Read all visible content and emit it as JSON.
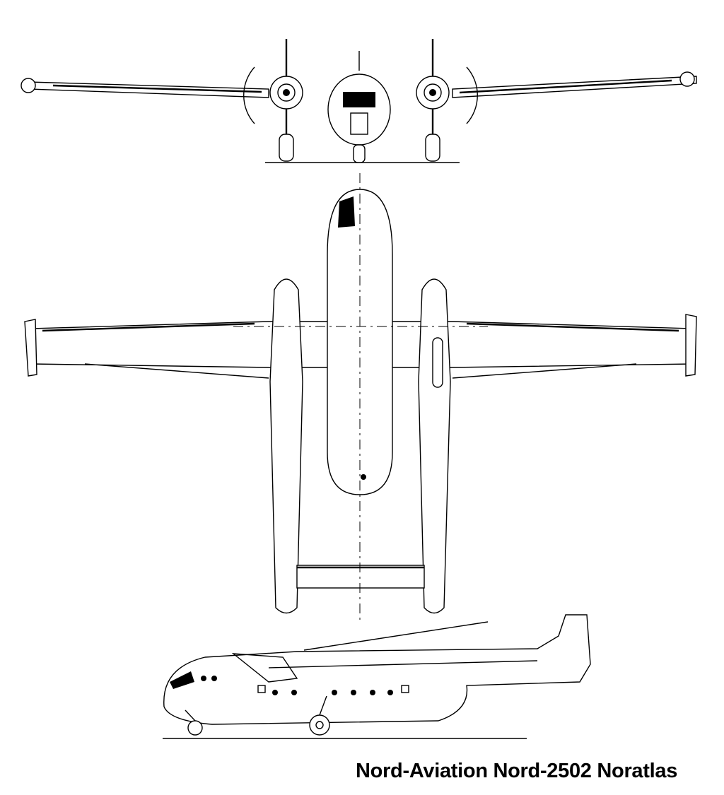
{
  "caption": "Nord-Aviation Nord-2502 Noratlas",
  "views": [
    "front-view",
    "top-view",
    "side-view"
  ]
}
